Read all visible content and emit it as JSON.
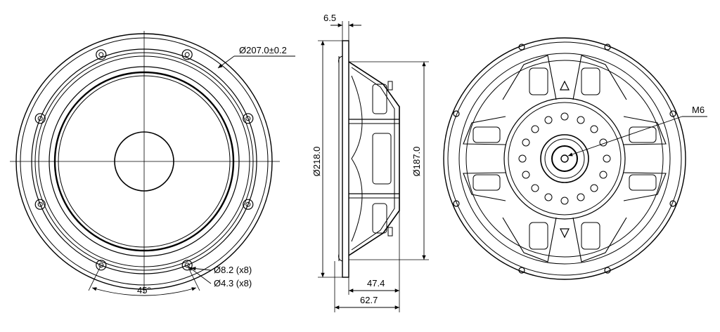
{
  "front_view": {
    "diameter_label": "Ø207.0±0.2",
    "hole_outer_label": "Ø8.2 (x8)",
    "hole_inner_label": "Ø4.3 (x8)",
    "angle_label": "45°"
  },
  "side_view": {
    "flange_label": "6.5",
    "outer_diameter_label": "Ø218.0",
    "basket_diameter_label": "Ø187.0",
    "depth_label": "47.4",
    "total_depth_label": "62.7"
  },
  "rear_view": {
    "thread_label": "M6"
  },
  "colors": {
    "line": "#000000",
    "background": "#ffffff"
  }
}
